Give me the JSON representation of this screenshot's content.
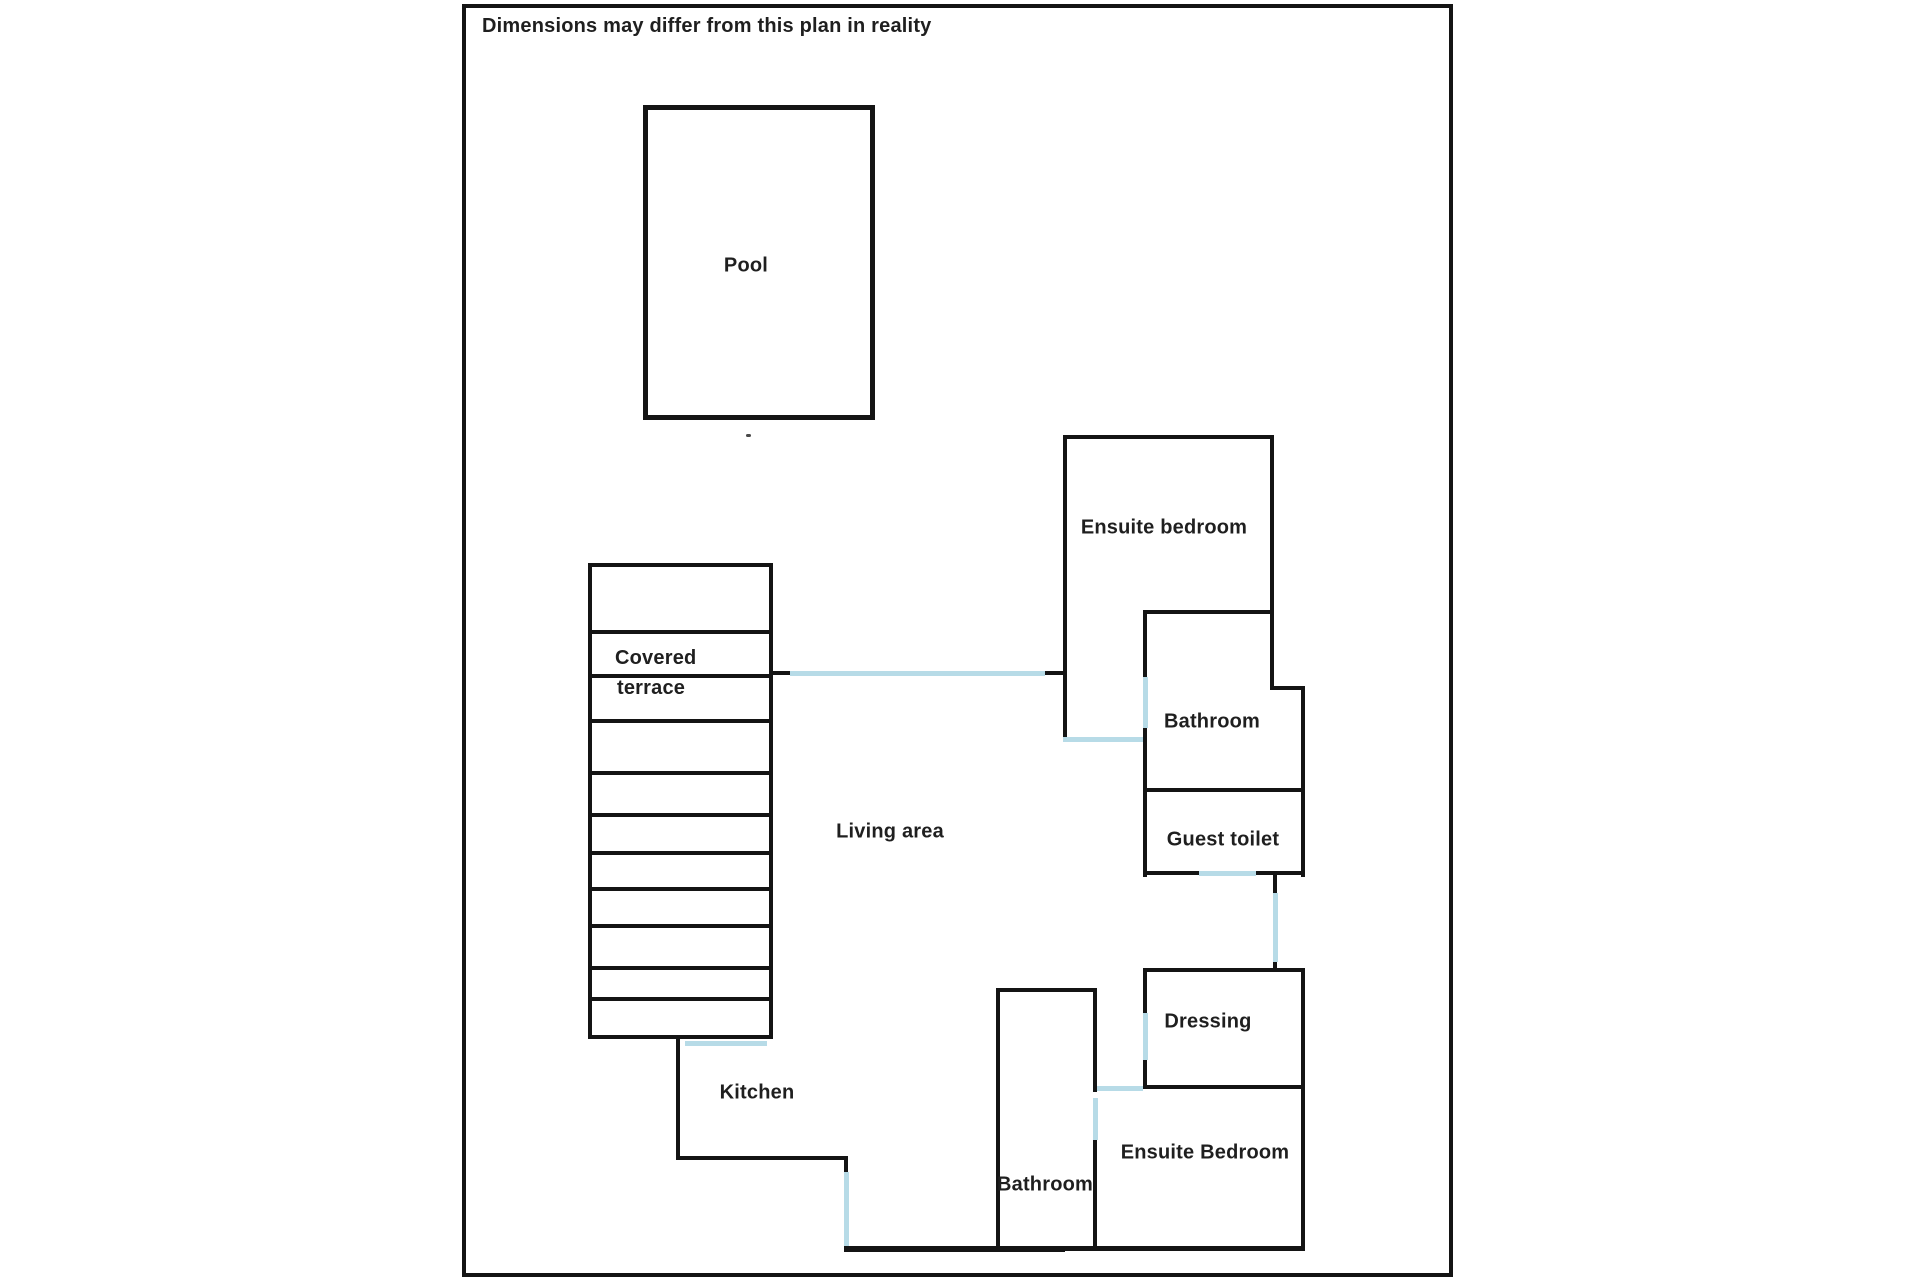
{
  "title": "Dimensions may differ from this plan in reality",
  "rooms": {
    "pool": "Pool",
    "terrace_line1": "Covered",
    "terrace_line2": "terrace",
    "living": "Living area",
    "bedroom1": "Ensuite bedroom",
    "bathroom1": "Bathroom",
    "guest_toilet": "Guest toilet",
    "dressing": "Dressing",
    "kitchen": "Kitchen",
    "bedroom2": "Ensuite Bedroom",
    "bathroom2": "Bathroom"
  },
  "colors": {
    "wall": "#141414",
    "door_opening": "#b7dbe7",
    "background": "#ffffff"
  }
}
